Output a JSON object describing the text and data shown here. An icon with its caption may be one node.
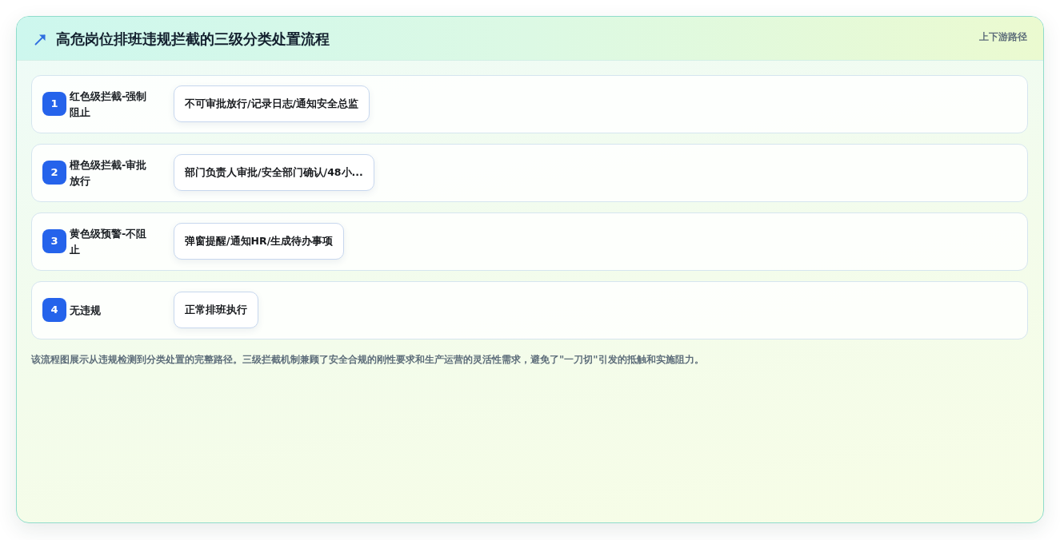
{
  "diagram": {
    "title": "高危岗位排班违规拦截的三级分类处置流程",
    "caption": "该流程图展示从违规检测到分类处置的完整路径。三级拦截机制兼顾了安全合规的刚性要求和生产运营的灵活性需求，避免了\"一刀切\"引发的抵触和实施阻力。",
    "nodes": [
      {
        "text": [
          "红色级拦截-强制阻止"
        ]
      },
      {
        "text": [
          "1"
        ],
        "in": 0
      },
      {
        "text": [
          "不可审批放行/记录日志/通知安全总监"
        ],
        "in": 0
      },
      {
        "text": [
          "橙色级拦截-审批放行"
        ]
      },
      {
        "text": [
          "2"
        ],
        "in": 3
      },
      {
        "text": [
          "部门负责人审批/安全部门确认/48小..."
        ],
        "in": 3
      },
      {
        "text": [
          "黄色级预警-不阻止"
        ]
      },
      {
        "text": [
          "3"
        ],
        "in": 6
      },
      {
        "text": [
          "弹窗提醒/通知HR/生成待办事项"
        ],
        "in": 6
      },
      {
        "text": [
          "无违规"
        ]
      },
      {
        "text": [
          "4"
        ],
        "in": 9
      },
      {
        "text": [
          "正常排班执行"
        ],
        "in": 9
      }
    ],
    "labels": [
      "上下游路径"
    ]
  }
}
